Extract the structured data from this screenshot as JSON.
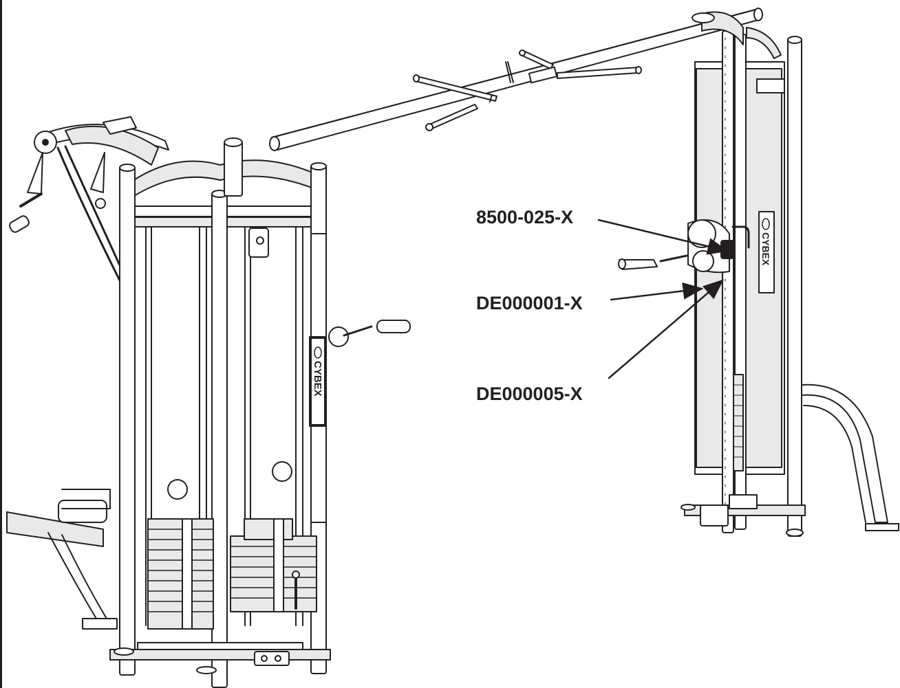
{
  "diagram": {
    "callouts": [
      {
        "part_number": "8500-025-X"
      },
      {
        "part_number": "DE000001-X"
      },
      {
        "part_number": "DE000005-X"
      }
    ],
    "brand_marks": [
      "CYBEX",
      "CYBEX"
    ],
    "colors": {
      "line": "#231f20",
      "fill": "#ffffff",
      "shade": "#e9e9e9"
    },
    "icons": [
      "arrow-leader"
    ]
  }
}
